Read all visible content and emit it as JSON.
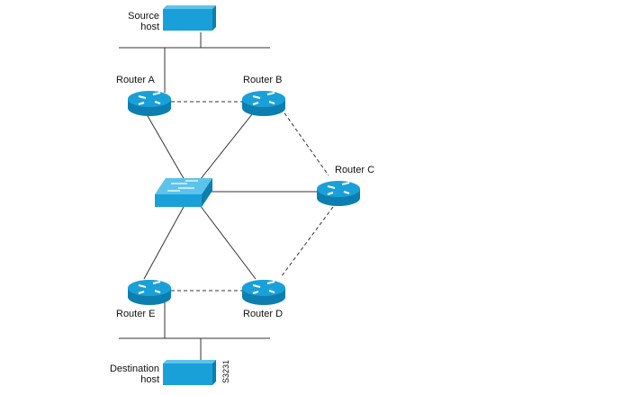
{
  "diagram": {
    "source_host": {
      "line1": "Source",
      "line2": "host"
    },
    "destination_host": {
      "line1": "Destination",
      "line2": "host"
    },
    "routers": {
      "a": "Router A",
      "b": "Router B",
      "c": "Router C",
      "d": "Router D",
      "e": "Router E"
    },
    "figure_id": "S3231",
    "colors": {
      "device": "#1aa0d8",
      "device_dark": "#0d7eb0",
      "line": "#333333"
    }
  }
}
